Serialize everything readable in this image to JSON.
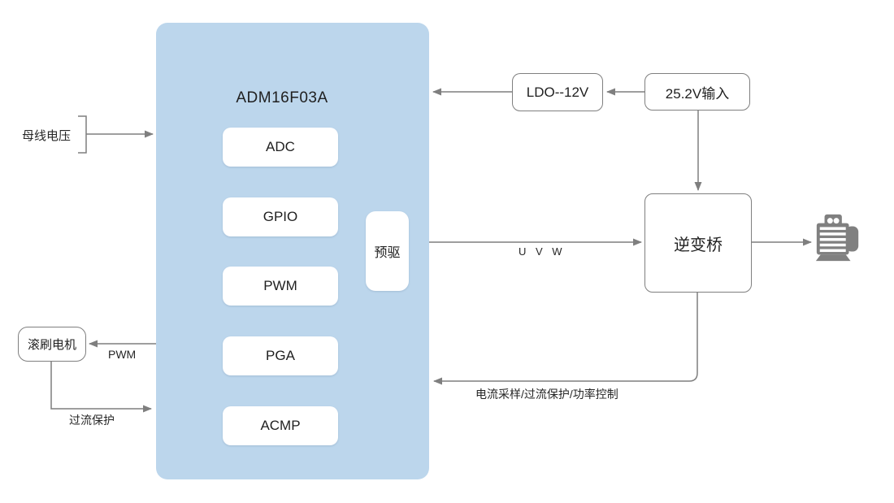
{
  "diagram": {
    "main_chip": {
      "title": "ADM16F03A",
      "modules": [
        {
          "label": "ADC"
        },
        {
          "label": "GPIO"
        },
        {
          "label": "PWM"
        },
        {
          "label": "PGA"
        },
        {
          "label": "ACMP"
        }
      ],
      "predriver_label": "预驱"
    },
    "power": {
      "ldo_label": "LDO--12V",
      "input_label": "25.2V输入"
    },
    "inverter_label": "逆变桥",
    "left_side": {
      "bus_voltage_label": "母线电压",
      "brush_motor_label": "滚刷电机",
      "pwm_label": "PWM",
      "overcurrent_label": "过流保护"
    },
    "signals": {
      "uvw_label": "U V W",
      "feedback_label": "电流采样/过流保护/功率控制"
    },
    "icons": {
      "motor": "motor-icon"
    },
    "colors": {
      "chip_fill": "#BCD6EC",
      "module_fill": "#FFFFFF",
      "line_gray": "#7F7F7F",
      "box_border": "#7F7F7F",
      "text": "#262626",
      "motor_gray": "#808080"
    }
  }
}
